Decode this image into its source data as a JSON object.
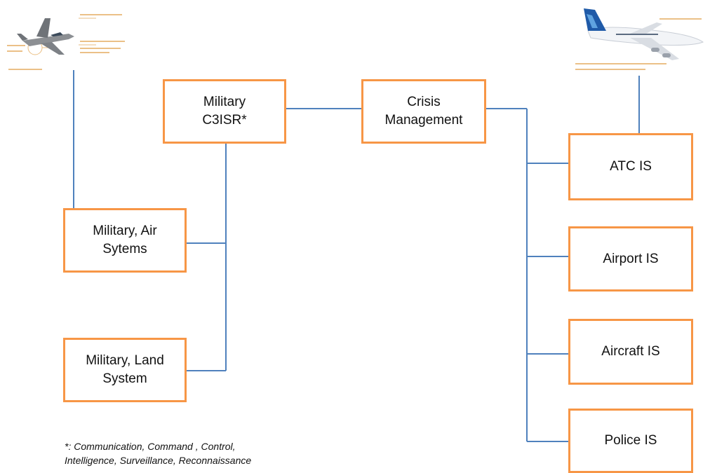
{
  "nodes": {
    "military_c3isr": "Military\nC3ISR*",
    "crisis_management": "Crisis\nManagement",
    "military_air": "Military, Air\nSytems",
    "military_land": "Military, Land\nSystem",
    "atc_is": "ATC IS",
    "airport_is": "Airport IS",
    "aircraft_is": "Aircraft IS",
    "police_is": "Police IS"
  },
  "footnote": {
    "line1": "*: Communication, Command , Control,",
    "line2": "Intelligence,  Surveillance, Reconnaissance"
  },
  "images": {
    "left": "fighter-jet-icon",
    "right": "airliner-icon"
  },
  "colors": {
    "box_border": "#F79646",
    "connector": "#4F81BD",
    "airliner_body": "#f2f4f7",
    "airliner_tail": "#1f5aa8"
  }
}
